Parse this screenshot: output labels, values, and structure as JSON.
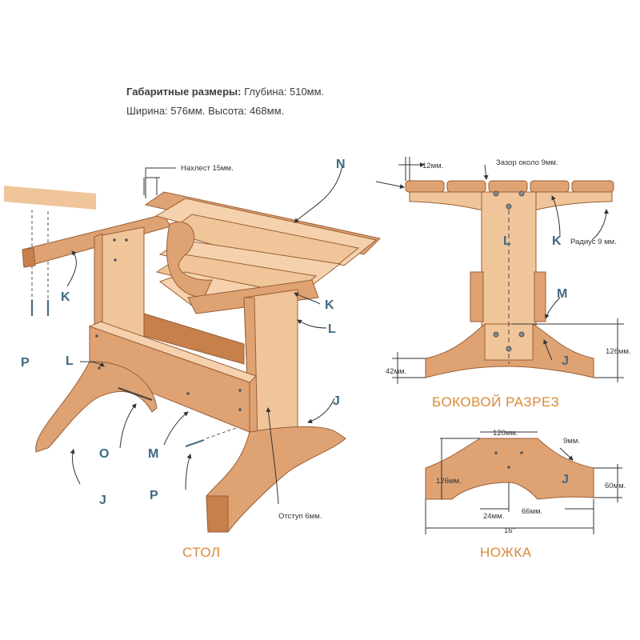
{
  "header": {
    "dims_title": "Габаритные размеры:",
    "depth": "Глубина: 510мм.",
    "width_height": "Ширина: 576мм. Высота: 468мм."
  },
  "colors": {
    "wood_light": "#f0c59a",
    "wood_mid": "#dea273",
    "wood_dark": "#c77f4c",
    "outline": "#9b5f35",
    "label": "#3d6a80",
    "caption": "#d98a35"
  },
  "table_view": {
    "caption": "СТОЛ",
    "overlap_note": "Нахлест 15мм.",
    "offset_note": "Отступ 6мм.",
    "labels": {
      "N": "N",
      "K1": "K",
      "K2": "K",
      "L1": "L",
      "L2": "L",
      "P1": "P",
      "P2": "P",
      "O": "O",
      "M": "M",
      "J1": "J",
      "J2": "J"
    }
  },
  "side_section": {
    "caption": "БОКОВОЙ РАЗРЕЗ",
    "gap_12": "12мм.",
    "gap_note": "Зазор около 9мм.",
    "radius_note": "Радиус 9 мм.",
    "dim_42": "42мм.",
    "dim_126": "126мм.",
    "labels": {
      "L": "L",
      "K": "K",
      "M": "M",
      "J": "J"
    }
  },
  "leg_view": {
    "caption": "НОЖКА",
    "dim_120": "120мм.",
    "dim_9": "9мм.",
    "dim_126": "126мм.",
    "dim_60": "60мм.",
    "dim_24": "24мм.",
    "dim_66": "66мм.",
    "dim_16": "16\"",
    "label_J": "J"
  }
}
